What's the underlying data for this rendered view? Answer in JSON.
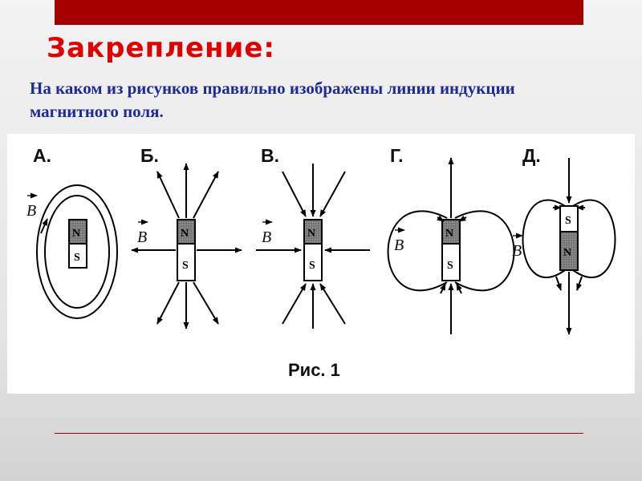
{
  "slide": {
    "title": "Закрепление:",
    "question": "На каком из рисунков правильно изображены линии индукции магнитного поля."
  },
  "figure": {
    "caption": "Рис. 1",
    "vector_symbol": "B",
    "panels": [
      {
        "label": "А.",
        "poles": [
          "N",
          "S"
        ]
      },
      {
        "label": "Б.",
        "poles": [
          "N",
          "S"
        ]
      },
      {
        "label": "В.",
        "poles": [
          "N",
          "S"
        ]
      },
      {
        "label": "Г.",
        "poles": [
          "N",
          "S"
        ]
      },
      {
        "label": "Д.",
        "poles": [
          "S",
          "N"
        ]
      }
    ]
  },
  "colors": {
    "title": "#e00000",
    "question": "#1e2a9a",
    "bar": "#a40000",
    "rule": "#a40000"
  }
}
